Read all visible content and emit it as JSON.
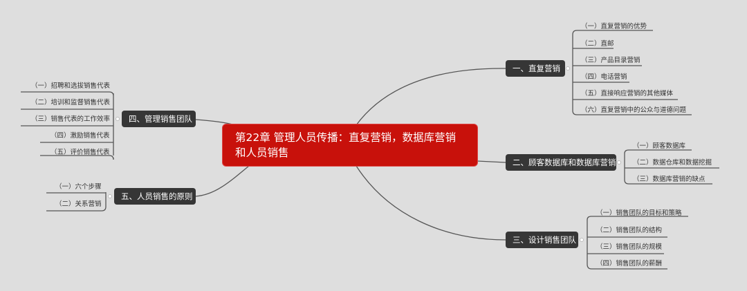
{
  "central": {
    "line1": "第22章 管理人员传播：直复营销，数据库营销",
    "line2": "和人员销售",
    "color": "#c8110b"
  },
  "colors": {
    "topic_bg": "#363636",
    "background": "#dedede",
    "line": "#555555"
  },
  "topics": [
    {
      "label": "一、直复营销",
      "subs": [
        "（一）直复营销的优势",
        "（二）直邮",
        "（三）产品目录营销",
        "（四）电话营销",
        "（五）直接响应营销的其他媒体",
        "（六）直复营销中的公众与道德问题"
      ]
    },
    {
      "label": "二、顾客数据库和数据库营销",
      "subs": [
        "（一）顾客数据库",
        "（二）数据仓库和数据挖掘",
        "（三）数据库营销的缺点"
      ]
    },
    {
      "label": "三、设计销售团队",
      "subs": [
        "（一）销售团队的目标和策略",
        "（二）销售团队的结构",
        "（三）销售团队的规模",
        "（四）销售团队的薪酬"
      ]
    },
    {
      "label": "四、管理销售团队",
      "subs": [
        "（一）招聘和选拔销售代表",
        "（二）培训和监督销售代表",
        "（三）销售代表的工作效率",
        "（四）激励销售代表",
        "（五）评价销售代表"
      ]
    },
    {
      "label": "五、人员销售的原则",
      "subs": [
        "（一）六个步骤",
        "（二）关系营销"
      ]
    }
  ]
}
